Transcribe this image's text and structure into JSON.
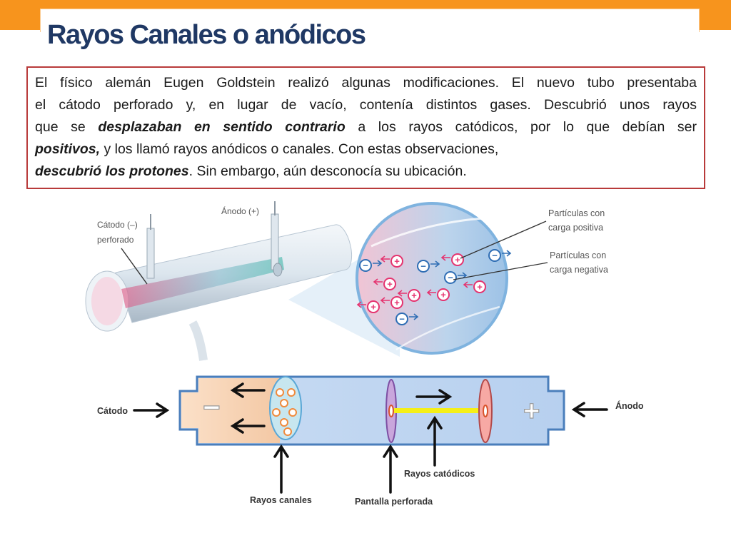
{
  "slide": {
    "title": "Rayos Canales o anódicos",
    "paragraph": {
      "line1": "El físico alemán Eugen Goldstein realizó algunas modificaciones. El nuevo tubo presentaba",
      "line2": "el cátodo perforado y, en lugar de vacío, contenía distintos gases.  Descubrió unos rayos",
      "line3_a": "que se ",
      "line3_em": "desplazaban en sentido contrario",
      "line3_b": " a los rayos catódicos, por lo que debían ser",
      "line4_em": "positivos,",
      "line4_b": " y los llamó rayos anódicos o canales. Con estas observaciones,",
      "line5_em": "descubrió los protones",
      "line5_b": ". Sin embargo, aún desconocía su ubicación."
    }
  },
  "illustration": {
    "cathode_label_1": "Cátodo (–)",
    "cathode_label_2": "perforado",
    "anode_label": "Ánodo (+)",
    "positive_label_1": "Partículas con",
    "positive_label_2": "carga positiva",
    "negative_label_1": "Partículas con",
    "negative_label_2": "carga negativa",
    "plus_sign": "+",
    "minus_sign": "−"
  },
  "schematic": {
    "cathode": "Cátodo",
    "anode": "Ánodo",
    "canal_rays": "Rayos canales",
    "cathode_rays": "Rayos catódicos",
    "perforated_screen": "Pantalla perforada"
  },
  "colors": {
    "accent": "#f7941d",
    "title": "#1f3864",
    "border": "#b83a3a",
    "positive": "#e5336f",
    "negative": "#2e6db4"
  }
}
